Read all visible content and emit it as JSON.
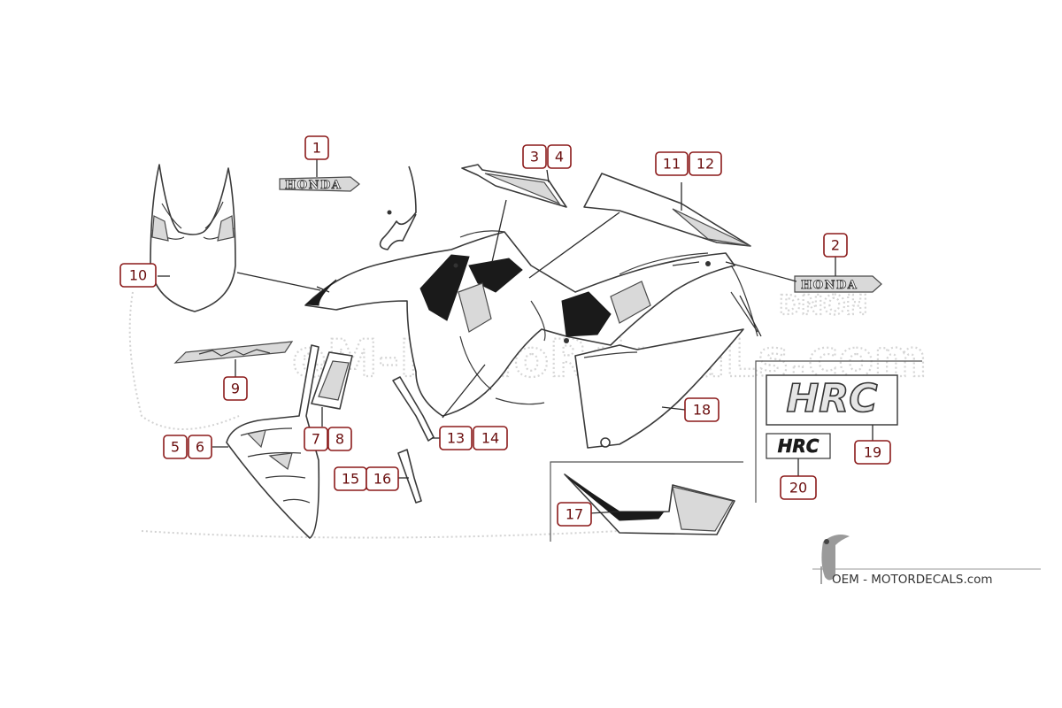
{
  "callouts": {
    "c1": "1",
    "c2": "2",
    "c3": "3",
    "c4": "4",
    "c5": "5",
    "c6": "6",
    "c7": "7",
    "c8": "8",
    "c9": "9",
    "c10": "10",
    "c11": "11",
    "c12": "12",
    "c13": "13",
    "c14": "14",
    "c15": "15",
    "c16": "16",
    "c17": "17",
    "c18": "18",
    "c19": "19",
    "c20": "20"
  },
  "emblems": {
    "honda_left": "HONDA",
    "honda_right": "HONDA",
    "hrc_large": "HRC",
    "hrc_small": "HRC"
  },
  "watermark": {
    "brand": "OEM - MOTORDECALS.com"
  },
  "colors": {
    "callout_border": "#8b1a1a",
    "callout_text": "#6b0f0f",
    "line_art": "#3a3a3a",
    "watermark": "#d2d2d2"
  }
}
